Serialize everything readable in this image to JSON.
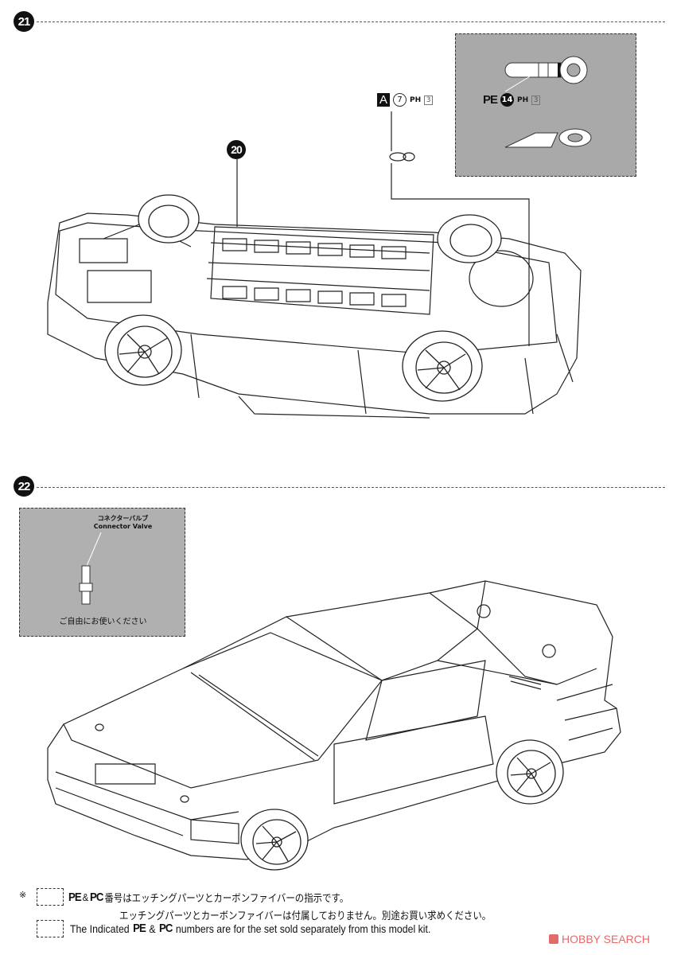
{
  "steps": [
    {
      "number": "21"
    },
    {
      "number": "22"
    }
  ],
  "step21": {
    "part_callout": {
      "letter": "A",
      "number": "7",
      "paint_code": "PH",
      "paint_number": "3"
    },
    "assembly_ref": "20",
    "detail_panel": {
      "label": "PE",
      "number": "14",
      "paint_code": "PH",
      "paint_number": "3"
    }
  },
  "step22": {
    "detail_panel": {
      "title_jp": "コネクターバルブ",
      "title_en": "Connector Valve",
      "caption_jp": "ご自由にお使いください"
    }
  },
  "footer": {
    "asterisk": "※",
    "pe_label": "PE",
    "amp": "&",
    "pc_label": "PC",
    "line1_jp": "番号はエッチングパーツとカーボンファイバーの指示です。",
    "line2_jp": "エッチングパーツとカーボンファイバーは付属しておりません。別途お買い求めください。",
    "line3_prefix": "The Indicated",
    "line3_suffix": "numbers are for the set sold separately from this model kit."
  },
  "watermark": "HOBBY SEARCH"
}
